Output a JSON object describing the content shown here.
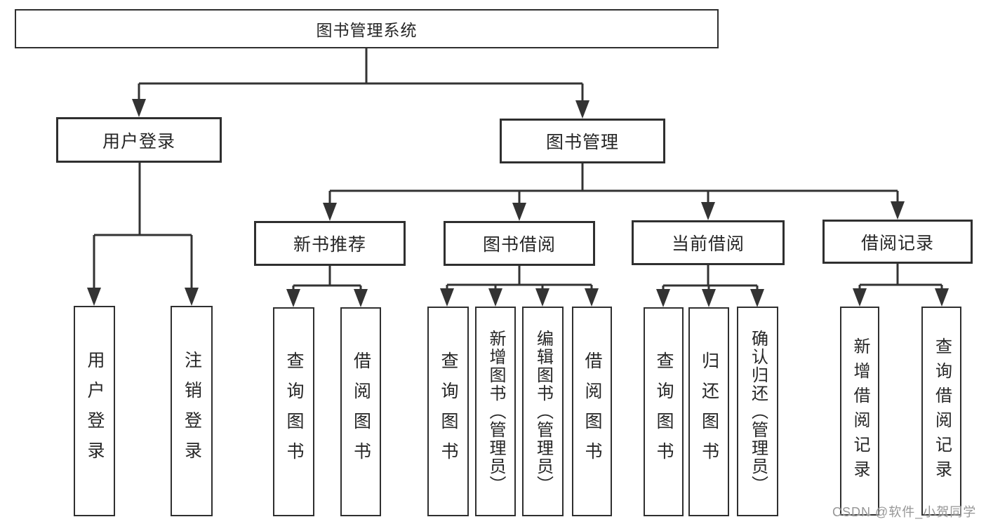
{
  "tree": {
    "root": "图书管理系统",
    "branches": [
      {
        "label": "用户登录",
        "children": [
          "用户登录",
          "注销登录"
        ]
      },
      {
        "label": "图书管理",
        "groups": [
          {
            "label": "新书推荐",
            "children": [
              "查询图书",
              "借阅图书"
            ]
          },
          {
            "label": "图书借阅",
            "children": [
              "查询图书",
              "新增图书（管理员）",
              "编辑图书（管理员）",
              "借阅图书"
            ]
          },
          {
            "label": "当前借阅",
            "children": [
              "查询图书",
              "归还图书",
              "确认归还（管理员）"
            ]
          },
          {
            "label": "借阅记录",
            "children": [
              "新增借阅记录",
              "查询借阅记录"
            ]
          }
        ]
      }
    ]
  },
  "watermark": {
    "text": "CSDN @软件_小贺同学"
  },
  "colors": {
    "line": "#333333",
    "border": "#2f2f2f",
    "fill": "#ffffff",
    "text": "#262626",
    "watermark": "#969696"
  }
}
